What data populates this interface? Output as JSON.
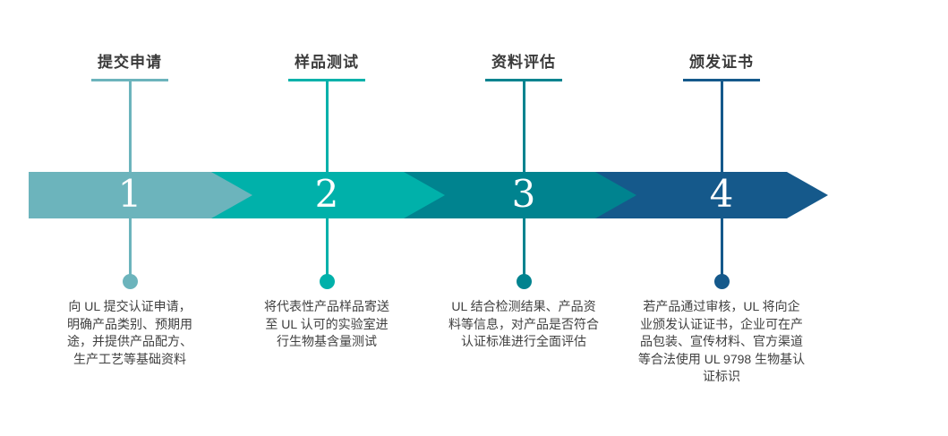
{
  "process": {
    "background": "#FFFFFF",
    "title_text_color": "#3B3B3B",
    "description_text_color": "#404040",
    "number_text_color": "#FFFFFF",
    "steps": [
      {
        "number": "1",
        "title": "提交申请",
        "description": "向 UL 提交认证申请，\n明确产品类别、预期用\n途，并提供产品配方、\n生产工艺等基础资料",
        "color": "#6CB4BC"
      },
      {
        "number": "2",
        "title": "样品测试",
        "description": "将代表性产品样品寄送\n至 UL 认可的实验室进\n行生物基含量测试",
        "color": "#00B1AA"
      },
      {
        "number": "3",
        "title": "资料评估",
        "description": "UL 结合检测结果、产品资\n料等信息，对产品是否符合\n认证标准进行全面评估",
        "color": "#00838F"
      },
      {
        "number": "4",
        "title": "颁发证书",
        "description": "若产品通过审核，UL 将向企\n业颁发认证证书，企业可在产\n品包装、宣传材料、官方渠道\n等合法使用 UL 9798 生物基认\n证标识",
        "color": "#15598B"
      }
    ]
  }
}
